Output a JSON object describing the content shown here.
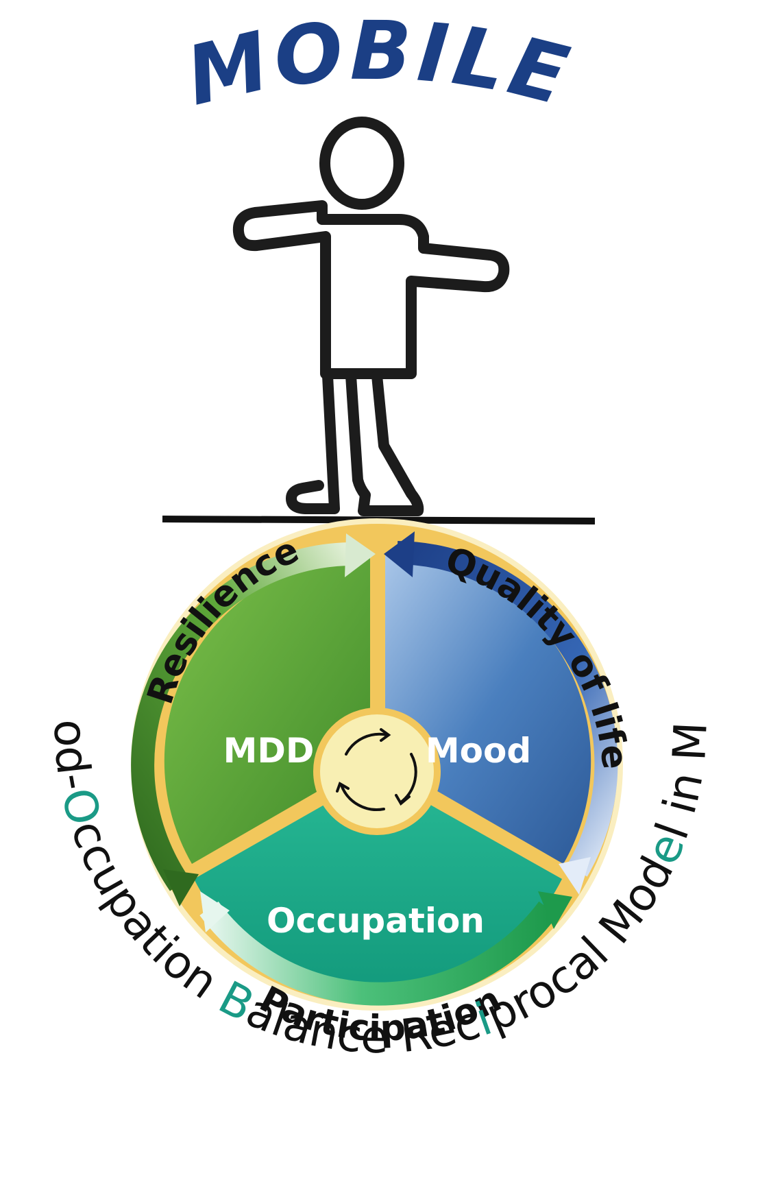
{
  "title": "MOBILE",
  "ring_labels": {
    "resilience": "Resilience",
    "quality_of_life": "Quality of life",
    "participation": "Participation"
  },
  "sectors": {
    "mdd": "MDD",
    "mood": "Mood",
    "occupation": "Occupation"
  },
  "subtitle_parts": {
    "p1": "M",
    "p2": "ood-",
    "p3": "O",
    "p4": "ccupation ",
    "p5": "B",
    "p6": "alance Rec",
    "p7": "i",
    "p8": "procal Mod",
    "p9": "e",
    "p10": "l in MDD"
  },
  "colors": {
    "title": "#1b3f85",
    "ring": "#f2c75c",
    "mdd": "#5fa83a",
    "mood": "#3f72b1",
    "occupation": "#1fae8c",
    "center": "#f8efb3",
    "accent": "#1a9a86"
  },
  "icons": {
    "figure": "walking-person-icon",
    "cycle": "cycle-arrows-icon"
  }
}
